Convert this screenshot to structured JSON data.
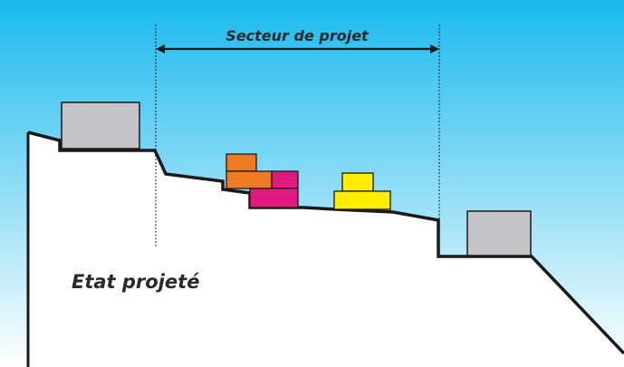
{
  "labels": {
    "sector": "Secteur de projet",
    "state": "Etat projeté"
  },
  "colors": {
    "sky_top": "#1ab9ee",
    "sky_bottom": "#ffffff",
    "ground": "#ffffff",
    "outline": "#1a1a1a",
    "existing_building": "#c4c4c8",
    "project_orange": "#f07a22",
    "project_magenta": "#e2197f",
    "project_yellow": "#ffee00"
  },
  "elements": {
    "existing_buildings": [
      "left",
      "right"
    ],
    "project_groups": [
      "orange-magenta",
      "yellow"
    ]
  }
}
